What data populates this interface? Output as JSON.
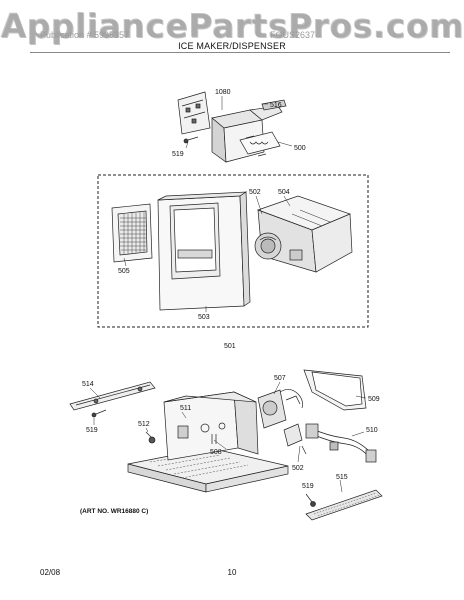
{
  "watermark": "AppliancePartsPros.com",
  "header": {
    "publication_faint": "Publication # 5995357",
    "model_faint": "FGUS2637",
    "section_title": "ICE MAKER/DISPENSER"
  },
  "diagram": {
    "art_number": "(ART NO. WR16880 C)",
    "callouts": {
      "c1080": "1080",
      "c516": "516",
      "c519a": "519",
      "c500": "500",
      "c502": "502",
      "c504": "504",
      "c505": "505",
      "c503": "503",
      "c501": "501",
      "c514": "514",
      "c507": "507",
      "c509": "509",
      "c519b": "519",
      "c512": "512",
      "c511": "511",
      "c508": "508",
      "c510": "510",
      "c502b": "502",
      "c519c": "519",
      "c515": "515"
    }
  },
  "footer": {
    "date": "02/08",
    "page_number": "10"
  }
}
